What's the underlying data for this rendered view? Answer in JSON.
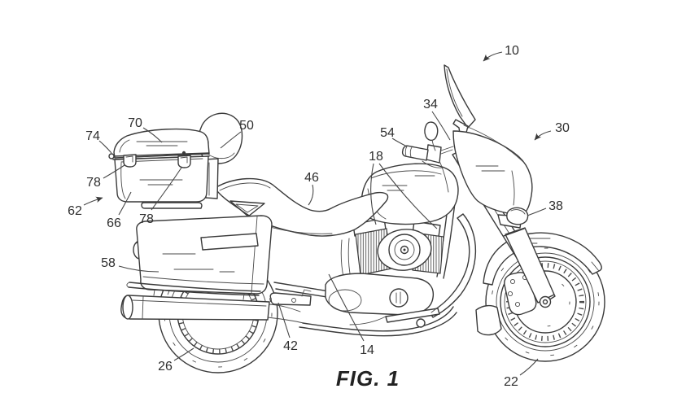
{
  "figure": {
    "caption": "FIG. 1",
    "colors": {
      "background": "#ffffff",
      "line": "#3a3a3a",
      "label_text": "#2e2e2e"
    },
    "labels": {
      "l10": "10",
      "l30": "30",
      "l34": "34",
      "l54": "54",
      "l18": "18",
      "l46": "46",
      "l50": "50",
      "l70": "70",
      "l74": "74",
      "l78a": "78",
      "l62": "62",
      "l66": "66",
      "l78b": "78",
      "l58": "58",
      "l26": "26",
      "l42": "42",
      "l14": "14",
      "l22": "22",
      "l38": "38"
    }
  }
}
